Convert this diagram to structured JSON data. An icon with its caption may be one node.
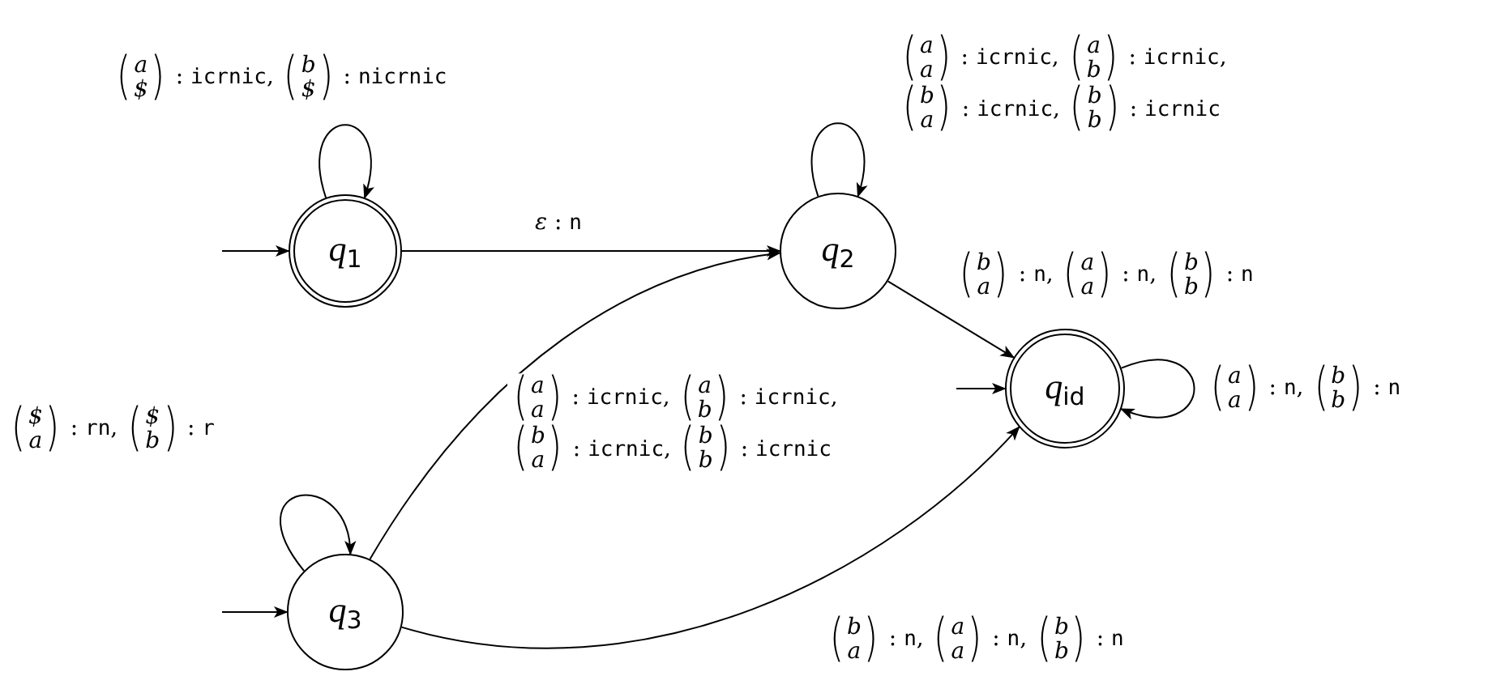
{
  "diagram": {
    "nodes": [
      {
        "text": [
          "*q*$_{1}$"
        ]
      },
      {
        "text": [
          "*q*$_{2}$"
        ]
      },
      {
        "text": [
          "*q*$_{3}$"
        ]
      },
      {
        "text": [
          "*q*$_{id}$"
        ]
      }
    ],
    "edges": [
      {
        "from": null,
        "to": 0,
        "arrow": "to"
      },
      {
        "from": 0,
        "to": 0,
        "arrow": "to",
        "label": "(a $) : icrnic, (b $) : nicrnic"
      },
      {
        "from": 0,
        "to": 1,
        "arrow": "to",
        "label": "ε : n"
      },
      {
        "from": 1,
        "to": 1,
        "arrow": "to",
        "label": "(a a) : icrnic, (a b) : icrnic, (b a) : icrnic, (b b) : icrnic"
      },
      {
        "from": 1,
        "to": 3,
        "arrow": "to",
        "label": "(b a) : n, (a a) : n, (b b) : n"
      },
      {
        "from": null,
        "to": 3,
        "arrow": "to"
      },
      {
        "from": 3,
        "to": 3,
        "arrow": "to",
        "label": "(a a) : n, (b b) : n"
      },
      {
        "from": 2,
        "to": 2,
        "arrow": "to",
        "label": "($ a) : rn, ($ b) : r"
      },
      {
        "from": null,
        "to": 2,
        "arrow": "to"
      },
      {
        "from": 2,
        "to": 1,
        "arrow": "to",
        "label": "(a a) : icrnic, (a b) : icrnic, (b a) : icrnic, (b b) : icrnic"
      },
      {
        "from": 2,
        "to": 3,
        "arrow": "to",
        "label": "(b a) : n, (a a) : n, (b b) : n"
      }
    ]
  }
}
